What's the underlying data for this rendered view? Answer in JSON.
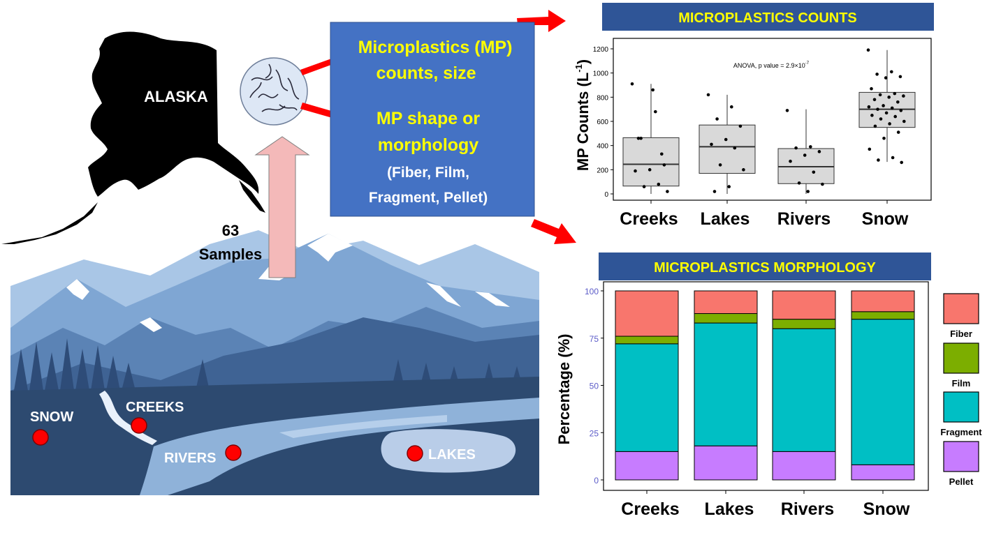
{
  "map": {
    "region_label": "ALASKA",
    "samples_count": "63",
    "samples_label": "Samples",
    "site_labels": {
      "snow": "SNOW",
      "creeks": "CREEKS",
      "rivers": "RIVERS",
      "lakes": "LAKES"
    }
  },
  "info_box": {
    "line1": "Microplastics (MP)",
    "line2": "counts, size",
    "line3": "MP shape or",
    "line4": "morphology",
    "line5": "(Fiber, Film,",
    "line6": "Fragment, Pellet)"
  },
  "colors": {
    "title_bar": "#2f5597",
    "title_text": "#ffff00",
    "info_box": "#4472c4",
    "arrow": "#ff0000",
    "site_marker": "#ff0000",
    "fiber": "#f8766d",
    "film": "#7cae00",
    "fragment": "#00bfc4",
    "pellet": "#c77cff",
    "box_fill": "#d9d9d9"
  },
  "chart_data": [
    {
      "type": "box",
      "title": "MICROPLASTICS COUNTS",
      "ylabel": "MP Counts (L",
      "ylabel_sup": "-1",
      "ylabel_end": ")",
      "annotation": "ANOVA, p value = 2.9×10",
      "annotation_sup": "-7",
      "ylim": [
        0,
        1250
      ],
      "yticks": [
        0,
        200,
        400,
        600,
        800,
        1000,
        1200
      ],
      "categories": [
        "Creeks",
        "Lakes",
        "Rivers",
        "Snow"
      ],
      "boxes": [
        {
          "q1": 65,
          "median": 245,
          "q3": 465,
          "whisker_low": 0,
          "whisker_high": 910
        },
        {
          "q1": 170,
          "median": 390,
          "q3": 570,
          "whisker_low": 0,
          "whisker_high": 820
        },
        {
          "q1": 85,
          "median": 225,
          "q3": 375,
          "whisker_low": 0,
          "whisker_high": 700
        },
        {
          "q1": 550,
          "median": 700,
          "q3": 840,
          "whisker_low": 265,
          "whisker_high": 1190
        }
      ],
      "points": [
        [
          910,
          680,
          460,
          240,
          200,
          190,
          80,
          60,
          20,
          860,
          460,
          330
        ],
        [
          820,
          720,
          620,
          560,
          450,
          410,
          380,
          240,
          200,
          60,
          20
        ],
        [
          690,
          390,
          380,
          350,
          320,
          270,
          180,
          90,
          80,
          20
        ],
        [
          1190,
          1010,
          990,
          970,
          960,
          870,
          830,
          820,
          810,
          800,
          780,
          760,
          730,
          720,
          710,
          700,
          690,
          670,
          650,
          640,
          620,
          600,
          580,
          560,
          510,
          460,
          370,
          300,
          280,
          260
        ]
      ]
    },
    {
      "type": "stacked_bar",
      "title": "MICROPLASTICS MORPHOLOGY",
      "ylabel": "Percentage (%)",
      "ylim": [
        0,
        100
      ],
      "yticks": [
        0,
        25,
        50,
        75,
        100
      ],
      "categories": [
        "Creeks",
        "Lakes",
        "Rivers",
        "Snow"
      ],
      "series": [
        {
          "name": "Pellet",
          "values": [
            15,
            18,
            15,
            8
          ]
        },
        {
          "name": "Fragment",
          "values": [
            57,
            65,
            65,
            77
          ]
        },
        {
          "name": "Film",
          "values": [
            4,
            5,
            5,
            4
          ]
        },
        {
          "name": "Fiber",
          "values": [
            24,
            12,
            15,
            11
          ]
        }
      ],
      "legend_order": [
        "Fiber",
        "Film",
        "Fragment",
        "Pellet"
      ]
    }
  ]
}
